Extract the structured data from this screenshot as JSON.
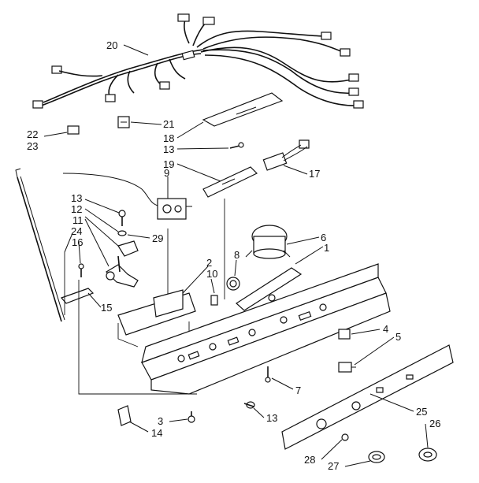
{
  "labels": {
    "p20": "20",
    "p21": "21",
    "p18": "18",
    "p13a": "13",
    "p19": "19",
    "p17": "17",
    "p22": "22",
    "p23": "23",
    "p9": "9",
    "p13b": "13",
    "p12": "12",
    "p11": "11",
    "p29": "29",
    "p24": "24",
    "p16": "16",
    "p15": "15",
    "p2": "2",
    "p10": "10",
    "p8": "8",
    "p6": "6",
    "p1": "1",
    "p4": "4",
    "p5": "5",
    "p7": "7",
    "p13c": "13",
    "p3": "3",
    "p14": "14",
    "p25": "25",
    "p26": "26",
    "p28": "28",
    "p27": "27"
  }
}
